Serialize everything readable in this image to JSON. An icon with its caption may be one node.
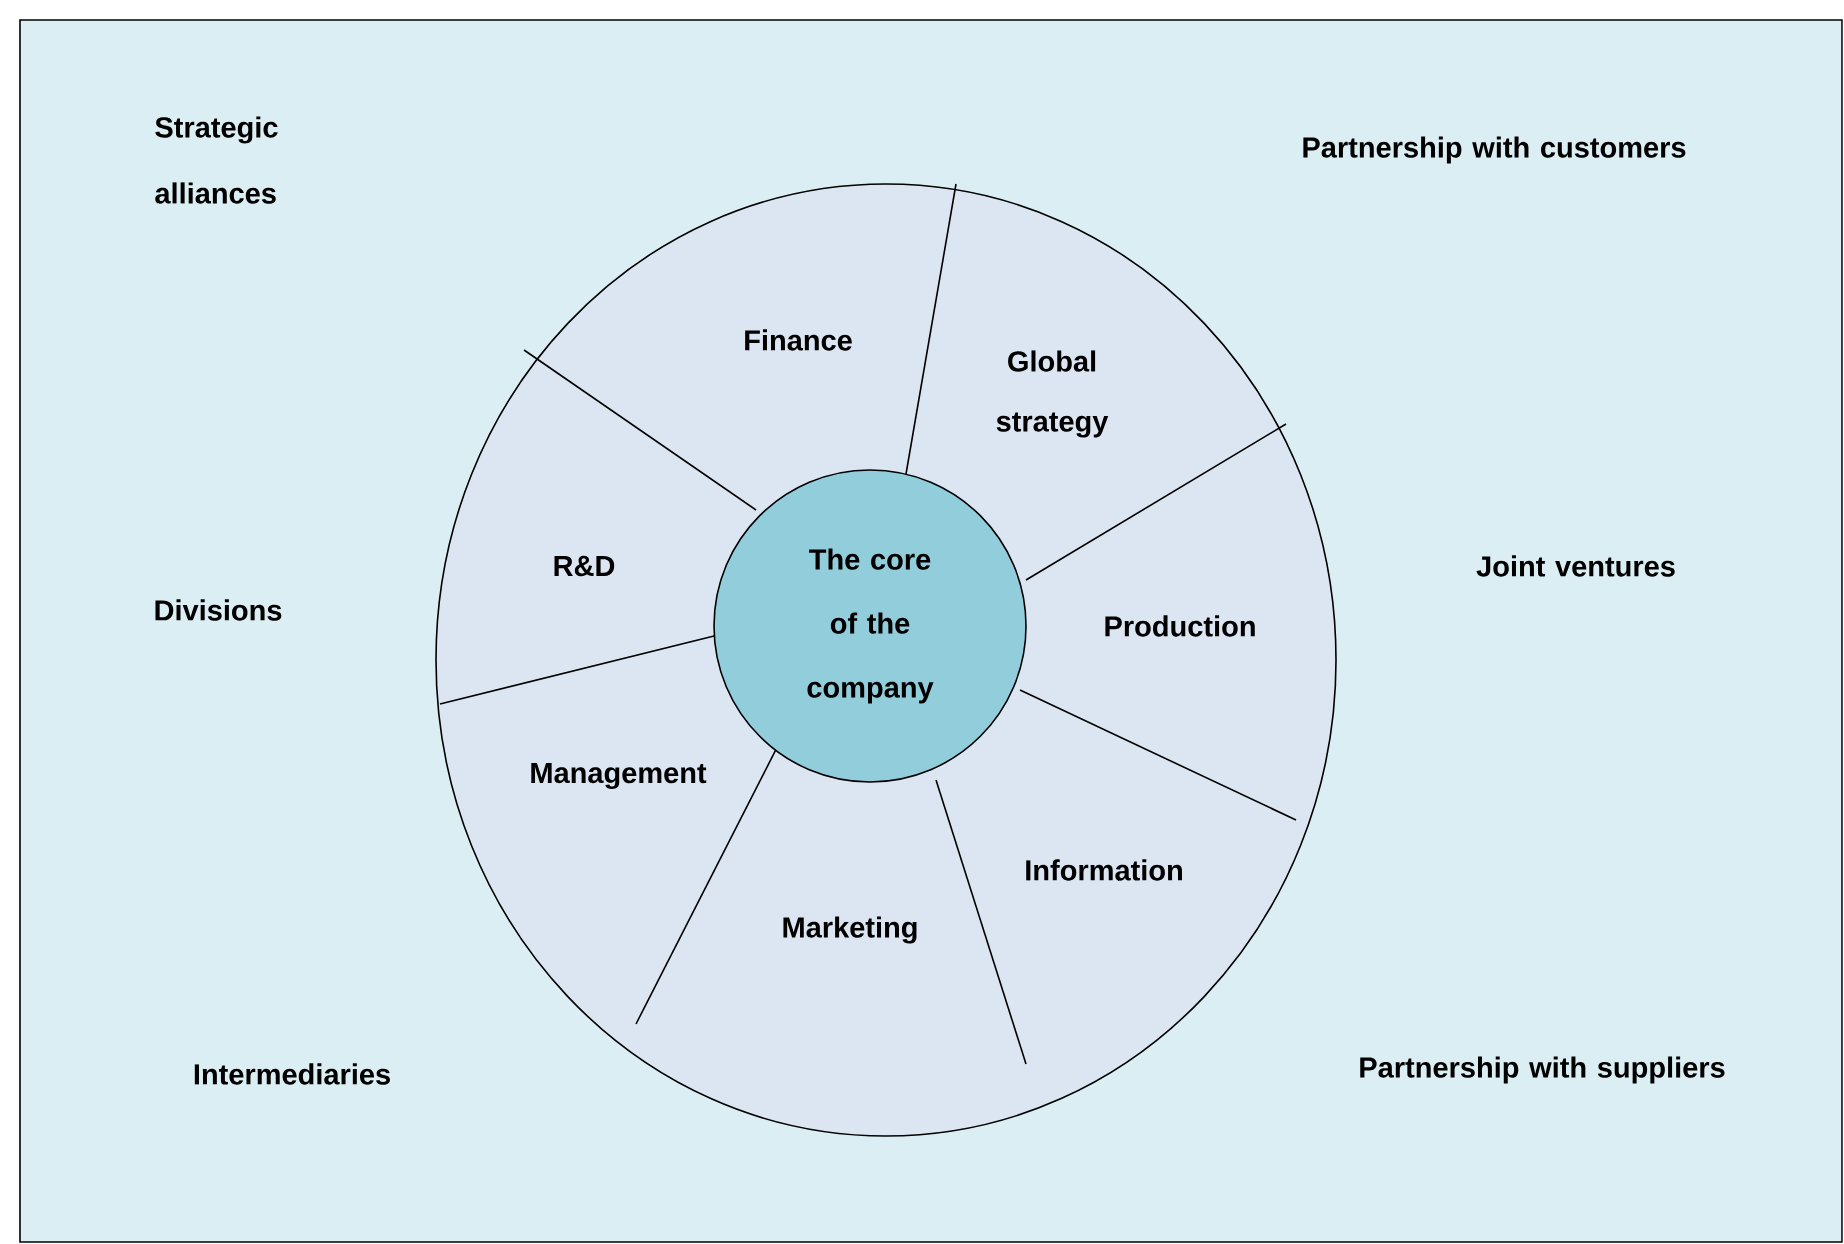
{
  "diagram": {
    "nodes": [
      {
        "text": [],
        "shape": "circle"
      },
      {
        "text": [
          "The core of the company"
        ],
        "in": 0
      },
      {
        "text": [
          "Finance"
        ],
        "in": 0
      },
      {
        "text": [
          "Global strategy"
        ],
        "in": 0
      },
      {
        "text": [
          "R&D"
        ],
        "in": 0
      },
      {
        "text": [
          "Production"
        ],
        "in": 0
      },
      {
        "text": [
          "Management"
        ],
        "in": 0
      },
      {
        "text": [
          "Information"
        ],
        "in": 0
      },
      {
        "text": [
          "Marketing"
        ],
        "in": 0
      }
    ],
    "edges": [],
    "labels": [
      "Strategic alliances",
      "Partnership with customers",
      "Divisions",
      "Joint ventures",
      "Intermediaries",
      "Partnership with suppliers"
    ]
  }
}
